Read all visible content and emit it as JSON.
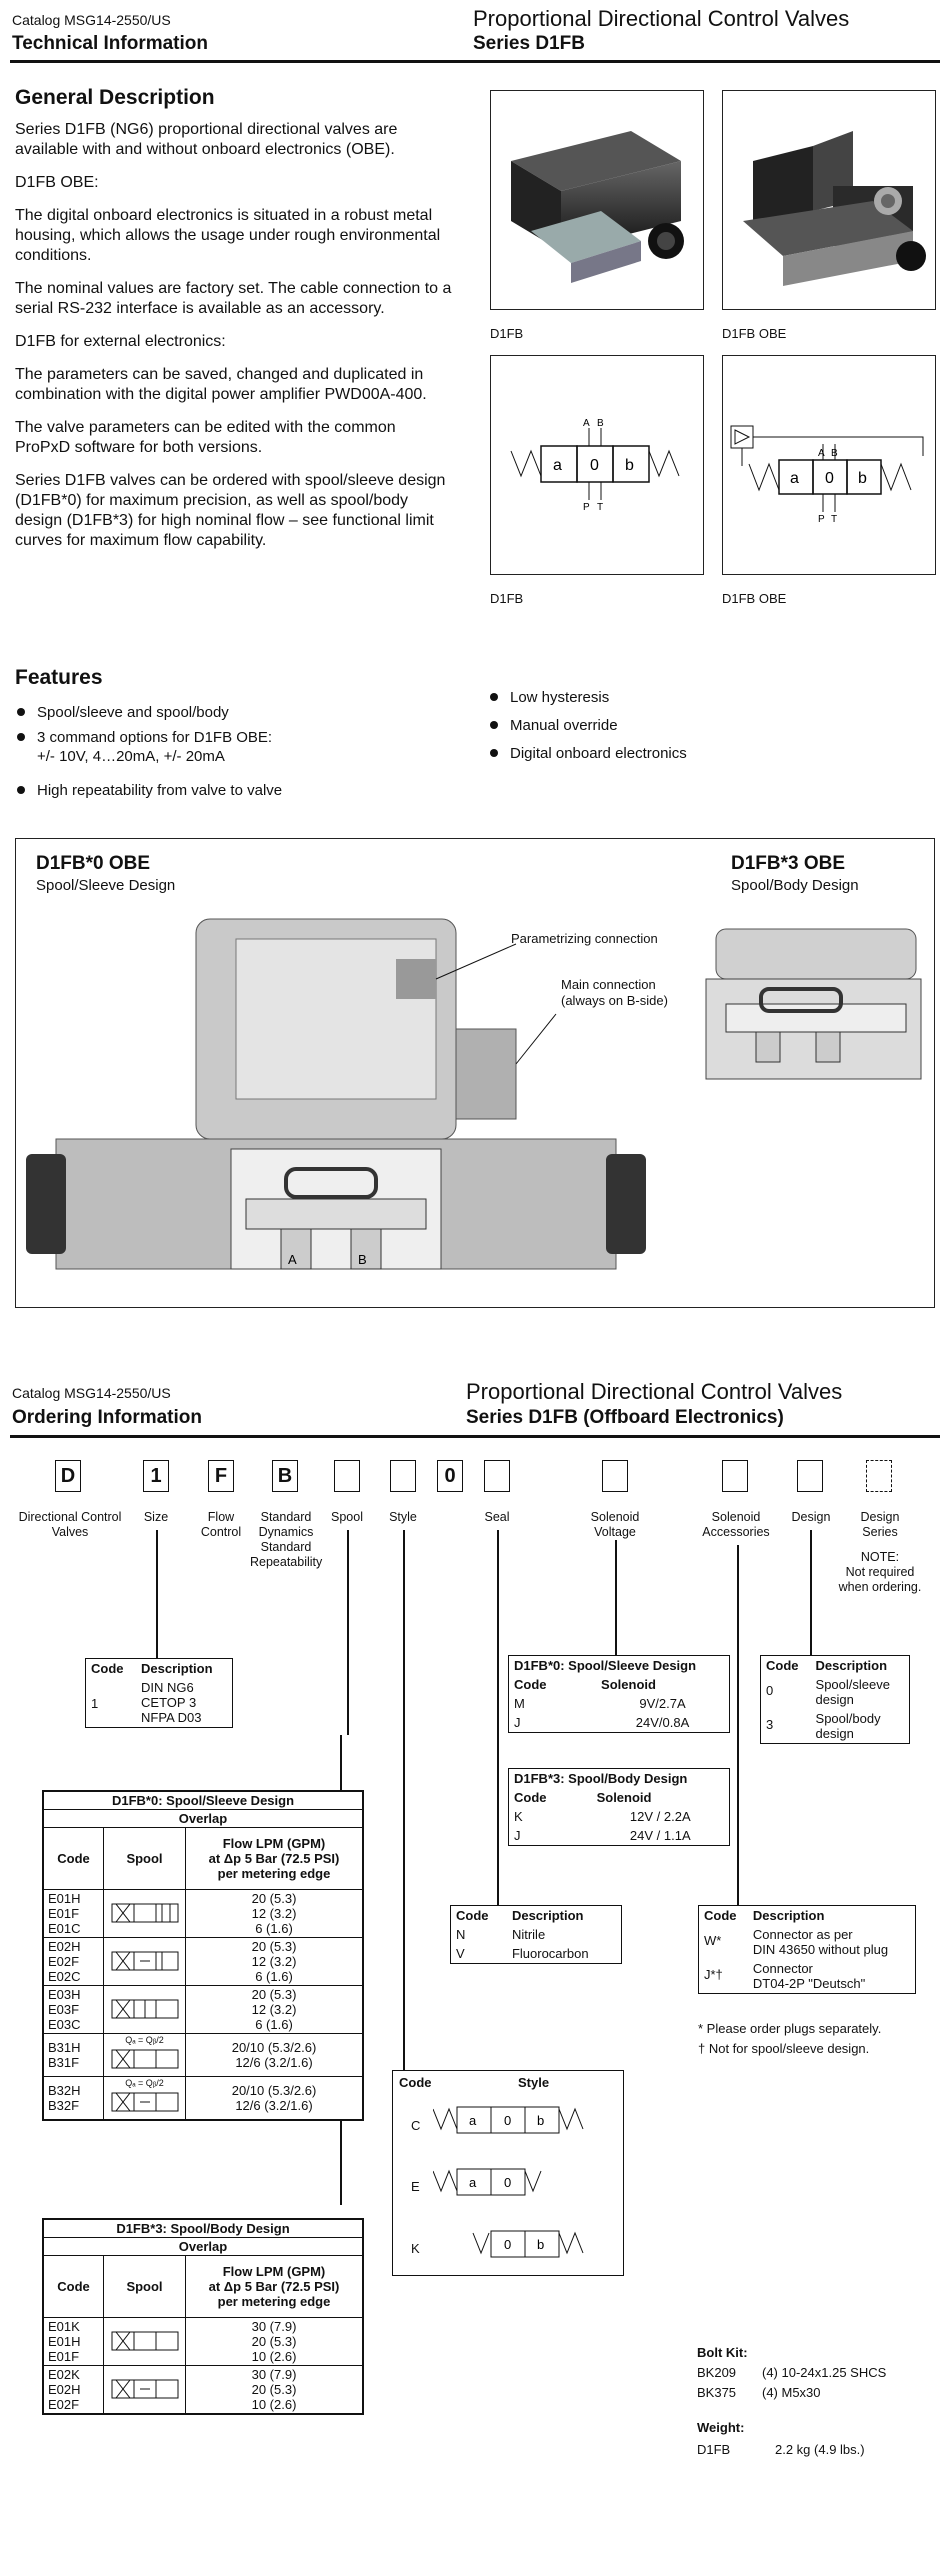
{
  "page1": {
    "catalog": "Catalog MSG14-2550/US",
    "section": "Technical Information",
    "title": "Proportional Directional Control Valves",
    "series": "Series D1FB",
    "general_heading": "General Description",
    "paragraphs": [
      "Series D1FB (NG6) proportional directional valves are available with and without onboard electronics (OBE).",
      "D1FB OBE:",
      "The digital onboard electronics is situated in a robust metal housing, which allows the usage under rough environmental conditions.",
      "The nominal values are factory set. The cable connection to a serial RS-232 interface is available as an accessory.",
      "D1FB for external electronics:",
      "The parameters can be saved, changed and duplicated in combination with the digital power amplifier PWD00A-400.",
      "The valve parameters can be edited with the common ProPxD software for both versions.",
      "Series D1FB valves can be ordered with spool/sleeve design (D1FB*0) for maximum precision, as well as spool/body design (D1FB*3) for high nominal flow – see functional limit curves for maximum flow capability."
    ],
    "captions": [
      "D1FB",
      "D1FB OBE",
      "D1FB",
      "D1FB OBE"
    ],
    "features_heading": "Features",
    "features_left": [
      "Spool/sleeve and spool/body",
      "3 command options for D1FB OBE:\n+/- 10V, 4…20mA, +/- 20mA",
      "High repeatability from valve to valve"
    ],
    "features_right": [
      "Low hysteresis",
      "Manual override",
      "Digital onboard electronics"
    ],
    "symbol": {
      "a": "a",
      "zero": "0",
      "b": "b",
      "A": "A",
      "B": "B",
      "P": "P",
      "T": "T"
    },
    "cutaway": {
      "left_title": "D1FB*0 OBE",
      "left_sub": "Spool/Sleeve Design",
      "right_title": "D1FB*3 OBE",
      "right_sub": "Spool/Body Design",
      "callout1": "Parametrizing connection",
      "callout2": "Main connection\n(always on B-side)",
      "port_a": "A",
      "port_b": "B"
    }
  },
  "page2": {
    "catalog": "Catalog MSG14-2550/US",
    "section": "Ordering Information",
    "title": "Proportional Directional Control Valves",
    "series": "Series D1FB (Offboard Electronics)",
    "code_boxes": [
      "D",
      "1",
      "F",
      "B",
      "",
      "",
      "0",
      "",
      "",
      "",
      "",
      ""
    ],
    "code_labels": [
      "Directional Control\nValves",
      "Size",
      "Flow\nControl",
      "Standard\nDynamics\nStandard\nRepeatability",
      "Spool",
      "Style",
      "Seal",
      "Solenoid\nVoltage",
      "Solenoid\nAccessories",
      "Design",
      "Design\nSeries"
    ],
    "design_note": "NOTE:\nNot required\nwhen ordering.",
    "size_table": {
      "h_code": "Code",
      "h_desc": "Description",
      "code": "1",
      "desc": "DIN NG6\nCETOP 3\nNFPA D03"
    },
    "spool_sleeve": {
      "title": "D1FB*0: Spool/Sleeve Design",
      "overlap": "Overlap",
      "h_code": "Code",
      "h_spool": "Spool",
      "h_flow": "Flow LPM (GPM)\nat Δp 5 Bar (72.5 PSI)\nper metering edge",
      "groups": [
        {
          "codes": [
            "E01H",
            "E01F",
            "E01C"
          ],
          "flows": [
            "20 (5.3)",
            "12 (3.2)",
            "6 (1.6)"
          ],
          "qnote": ""
        },
        {
          "codes": [
            "E02H",
            "E02F",
            "E02C"
          ],
          "flows": [
            "20 (5.3)",
            "12 (3.2)",
            "6 (1.6)"
          ],
          "qnote": ""
        },
        {
          "codes": [
            "E03H",
            "E03F",
            "E03C"
          ],
          "flows": [
            "20 (5.3)",
            "12 (3.2)",
            "6 (1.6)"
          ],
          "qnote": ""
        },
        {
          "codes": [
            "B31H",
            "B31F"
          ],
          "flows": [
            "20/10 (5.3/2.6)",
            "12/6  (3.2/1.6)"
          ],
          "qnote": "Qₐ = Qᵦ/2"
        },
        {
          "codes": [
            "B32H",
            "B32F"
          ],
          "flows": [
            "20/10 (5.3/2.6)",
            "12/6  (3.2/1.6)"
          ],
          "qnote": "Qₐ = Qᵦ/2"
        }
      ]
    },
    "spool_body": {
      "title": "D1FB*3: Spool/Body Design",
      "overlap": "Overlap",
      "h_code": "Code",
      "h_spool": "Spool",
      "h_flow": "Flow LPM (GPM)\nat Δp 5 Bar (72.5 PSI)\nper metering edge",
      "groups": [
        {
          "codes": [
            "E01K",
            "E01H",
            "E01F"
          ],
          "flows": [
            "30 (7.9)",
            "20 (5.3)",
            "10 (2.6)"
          ]
        },
        {
          "codes": [
            "E02K",
            "E02H",
            "E02F"
          ],
          "flows": [
            "30 (7.9)",
            "20 (5.3)",
            "10 (2.6)"
          ]
        }
      ]
    },
    "seal_table": {
      "h_code": "Code",
      "h_desc": "Description",
      "rows": [
        [
          "N",
          "Nitrile"
        ],
        [
          "V",
          "Fluorocarbon"
        ]
      ]
    },
    "style_table": {
      "h_code": "Code",
      "h_style": "Style",
      "rows": [
        "C",
        "E",
        "K"
      ]
    },
    "sol_sleeve": {
      "title": "D1FB*0: Spool/Sleeve Design",
      "h_code": "Code",
      "h_sol": "Solenoid",
      "rows": [
        [
          "M",
          "9V/2.7A"
        ],
        [
          "J",
          "24V/0.8A"
        ]
      ]
    },
    "sol_body": {
      "title": "D1FB*3: Spool/Body Design",
      "h_code": "Code",
      "h_sol": "Solenoid",
      "rows": [
        [
          "K",
          "12V / 2.2A"
        ],
        [
          "J",
          "24V / 1.1A"
        ]
      ]
    },
    "design_table": {
      "h_code": "Code",
      "h_desc": "Description",
      "rows": [
        [
          "0",
          "Spool/sleeve\ndesign"
        ],
        [
          "3",
          "Spool/body\ndesign"
        ]
      ]
    },
    "accessory_table": {
      "h_code": "Code",
      "h_desc": "Description",
      "rows": [
        [
          "W*",
          "Connector as per\nDIN 43650 without plug"
        ],
        [
          "J*†",
          "Connector\nDT04-2P \"Deutsch\""
        ]
      ]
    },
    "notes": [
      "*  Please order plugs separately.",
      "†  Not for spool/sleeve design."
    ],
    "bolt_kit": {
      "label": "Bolt Kit:",
      "rows": [
        [
          "BK209",
          "(4) 10-24x1.25 SHCS"
        ],
        [
          "BK375",
          "(4) M5x30"
        ]
      ]
    },
    "weight": {
      "label": "Weight:",
      "rows": [
        [
          "D1FB",
          "2.2 kg (4.9 lbs.)"
        ]
      ]
    }
  }
}
